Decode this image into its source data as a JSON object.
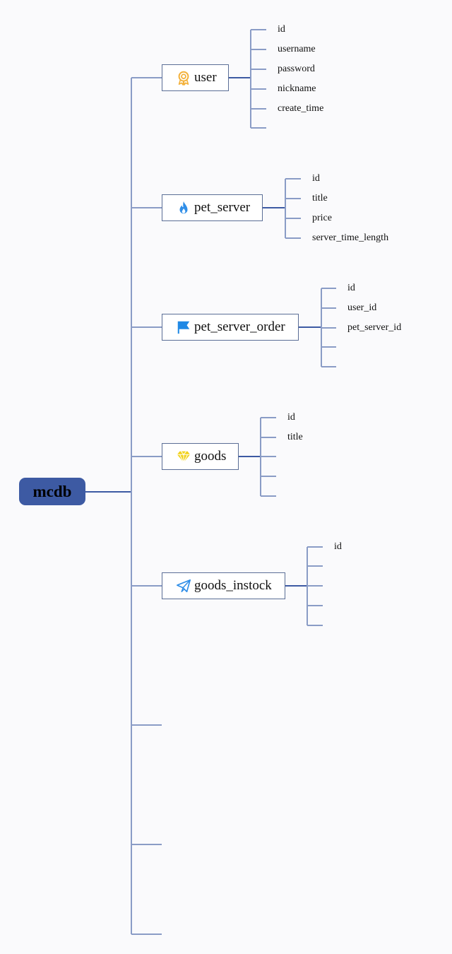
{
  "root": {
    "label": "mcdb"
  },
  "tables": [
    {
      "name": "user",
      "icon": "award-icon",
      "fields": [
        "id",
        "username",
        "password",
        "nickname",
        "create_time"
      ]
    },
    {
      "name": "pet_server",
      "icon": "flame-icon",
      "fields": [
        "id",
        "title",
        "price",
        "server_time_length"
      ]
    },
    {
      "name": "pet_server_order",
      "icon": "flag-icon",
      "fields": [
        "id",
        "user_id",
        "pet_server_id"
      ]
    },
    {
      "name": "goods",
      "icon": "diamond-icon",
      "fields": [
        "id",
        "title"
      ]
    },
    {
      "name": "goods_instock",
      "icon": "paper-plane-icon",
      "fields": [
        "id"
      ]
    }
  ],
  "colors": {
    "root_fill": "#3d5aa3",
    "connector": "#3d5aa3",
    "leaf_line": "#8a9cc6",
    "award": "#f3b13b",
    "flame": "#2f8ee8",
    "flag": "#1e88e5",
    "diamond": "#f2d21b",
    "plane": "#2f8ee8"
  }
}
